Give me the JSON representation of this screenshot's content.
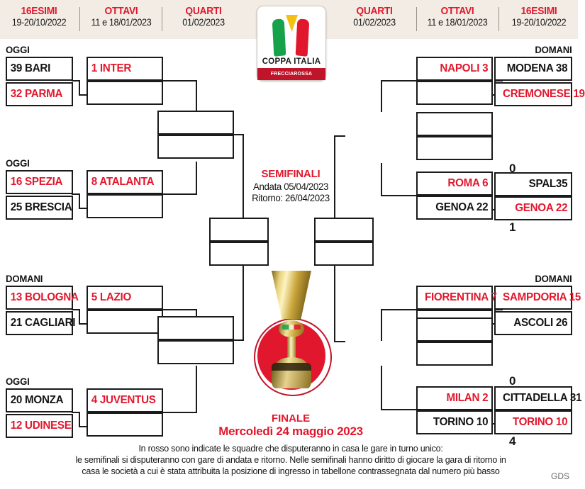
{
  "header": {
    "left_columns": [
      {
        "round": "16ESIMI",
        "date": "19-20/10/2022"
      },
      {
        "round": "OTTAVI",
        "date": "11 e 18/01/2023"
      },
      {
        "round": "QUARTI",
        "date": "01/02/2023"
      }
    ],
    "right_columns": [
      {
        "round": "QUARTI",
        "date": "01/02/2023"
      },
      {
        "round": "OTTAVI",
        "date": "11 e 18/01/2023"
      },
      {
        "round": "16ESIMI",
        "date": "19-20/10/2022"
      }
    ]
  },
  "logo": {
    "name": "COPPA ITALIA",
    "sponsor": "FRECCIAROSSA",
    "colors": {
      "green": "#15a24a",
      "white": "#ffffff",
      "red": "#e1182d",
      "yellow": "#f6c013"
    }
  },
  "colors": {
    "red": "#e1182d",
    "black": "#151515",
    "header_bg": "#f2ece4"
  },
  "left_side": {
    "groups": [
      {
        "day_label": "OGGI",
        "r16": [
          {
            "text": "39 BARI",
            "color": "black"
          },
          {
            "text": "32 PARMA",
            "color": "red"
          }
        ],
        "ottavi": [
          {
            "text": "1 INTER",
            "color": "red"
          },
          {
            "text": "",
            "color": "black"
          }
        ]
      },
      {
        "day_label": "OGGI",
        "r16": [
          {
            "text": "16 SPEZIA",
            "color": "red"
          },
          {
            "text": "25 BRESCIA",
            "color": "black"
          }
        ],
        "ottavi": [
          {
            "text": "8 ATALANTA",
            "color": "red"
          },
          {
            "text": "",
            "color": "black"
          }
        ]
      },
      {
        "day_label": "DOMANI",
        "r16": [
          {
            "text": "13 BOLOGNA",
            "color": "red"
          },
          {
            "text": "21 CAGLIARI",
            "color": "black"
          }
        ],
        "ottavi": [
          {
            "text": "5 LAZIO",
            "color": "red"
          },
          {
            "text": "",
            "color": "black"
          }
        ]
      },
      {
        "day_label": "OGGI",
        "r16": [
          {
            "text": "20 MONZA",
            "color": "black"
          },
          {
            "text": "12 UDINESE",
            "color": "red"
          }
        ],
        "ottavi": [
          {
            "text": "4 JUVENTUS",
            "color": "red"
          },
          {
            "text": "",
            "color": "black"
          }
        ]
      }
    ],
    "quarti": [
      {
        "top": "",
        "bottom": ""
      },
      {
        "top": "",
        "bottom": ""
      }
    ],
    "semifinal": {
      "top": "",
      "bottom": ""
    }
  },
  "right_side": {
    "groups": [
      {
        "day_label": "DOMANI",
        "r16": [
          {
            "text": "MODENA 38",
            "color": "black"
          },
          {
            "text": "CREMONESE 19",
            "color": "red"
          }
        ],
        "quarti": [
          {
            "text": "NAPOLI 3",
            "color": "red"
          },
          {
            "text": "",
            "color": "black"
          }
        ],
        "agg_top": "",
        "agg_bottom": ""
      },
      {
        "day_label": "",
        "r16": [
          {
            "text": "SPAL35",
            "color": "black"
          },
          {
            "text": "GENOA 22",
            "color": "red"
          }
        ],
        "quarti": [
          {
            "text": "ROMA 6",
            "color": "red"
          },
          {
            "text": "GENOA 22",
            "color": "black"
          }
        ],
        "agg_top": "0",
        "agg_bottom": "1"
      },
      {
        "day_label": "DOMANI",
        "r16": [
          {
            "text": "SAMPDORIA 15",
            "color": "red"
          },
          {
            "text": "ASCOLI 26",
            "color": "black"
          }
        ],
        "quarti": [
          {
            "text": "FIORENTINA 7",
            "color": "red"
          },
          {
            "text": "",
            "color": "black"
          }
        ],
        "agg_top": "",
        "agg_bottom": ""
      },
      {
        "day_label": "",
        "r16": [
          {
            "text": "CITTADELLA 31",
            "color": "black"
          },
          {
            "text": "TORINO 10",
            "color": "red"
          }
        ],
        "quarti": [
          {
            "text": "MILAN 2",
            "color": "red"
          },
          {
            "text": "TORINO 10",
            "color": "black"
          }
        ],
        "agg_top": "0",
        "agg_bottom": "4"
      }
    ],
    "ottavi": [
      {
        "top": "",
        "bottom": ""
      },
      {
        "top": "",
        "bottom": ""
      }
    ],
    "semifinal": {
      "top": "",
      "bottom": ""
    }
  },
  "center": {
    "semifinali": {
      "title": "SEMIFINALI",
      "andata": "Andata 05/04/2023",
      "ritorno": "Ritorno: 26/04/2023"
    },
    "finale": {
      "title": "FINALE",
      "date": "Mercoledì 24 maggio 2023"
    }
  },
  "footer": {
    "line1": "In rosso sono indicate le squadre che disputeranno in casa le gare in turno unico:",
    "line2": "le semifinali si disputeranno con gare di andata e ritorno. Nelle semifinali hanno diritto di giocare la gara di ritorno in",
    "line3": "casa le società a cui è stata attribuita la posizione di ingresso in tabellone contrassegnata dal numero più basso",
    "credit": "GDS"
  }
}
